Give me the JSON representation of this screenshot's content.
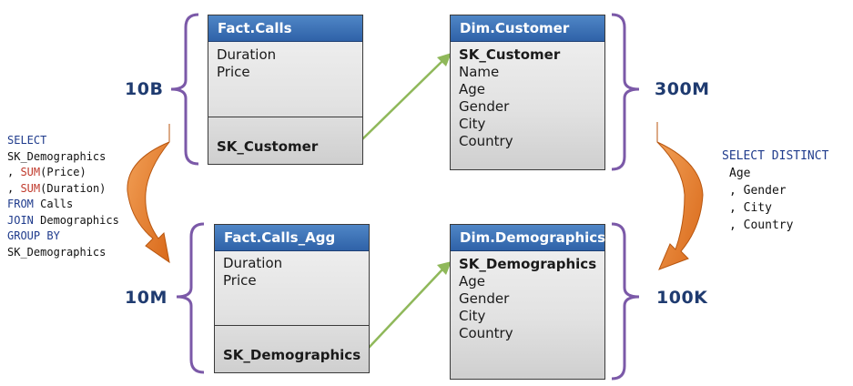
{
  "tables": {
    "fact_calls": {
      "title": "Fact.Calls",
      "fields": [
        "Duration",
        "Price"
      ],
      "key": "SK_Customer"
    },
    "dim_customer": {
      "title": "Dim.Customer",
      "key": "SK_Customer",
      "fields": [
        "Name",
        "Age",
        "Gender",
        "City",
        "Country"
      ]
    },
    "fact_calls_agg": {
      "title": "Fact.Calls_Agg",
      "fields": [
        "Duration",
        "Price"
      ],
      "key": "SK_Demographics"
    },
    "dim_demographics": {
      "title": "Dim.Demographics",
      "key": "SK_Demographics",
      "fields": [
        "Age",
        "Gender",
        "City",
        "Country"
      ]
    }
  },
  "counts": {
    "fact_calls": "10B",
    "dim_customer": "300M",
    "fact_calls_agg": "10M",
    "dim_demographics": "100K"
  },
  "sql_left": {
    "l1": "SELECT",
    "l2": "SK_Demographics",
    "l3_pre": ", ",
    "l3_fn": "SUM",
    "l3_post": "(Price)",
    "l4_pre": ", ",
    "l4_fn": "SUM",
    "l4_post": "(Duration)",
    "l5_kw": "FROM",
    "l5_rest": " Calls",
    "l6_kw": "JOIN",
    "l6_rest": " Demographics",
    "l7": "GROUP BY",
    "l8": "SK_Demographics"
  },
  "sql_right": {
    "l1": "SELECT DISTINCT",
    "l2": "Age",
    "l3": ", Gender",
    "l4": ", City",
    "l5": ", Country"
  },
  "colors": {
    "header": "#2f62a8",
    "bracket": "#7b59a8",
    "relation_arrow": "#8fb85a",
    "flow_arrow": "#e07b26"
  }
}
